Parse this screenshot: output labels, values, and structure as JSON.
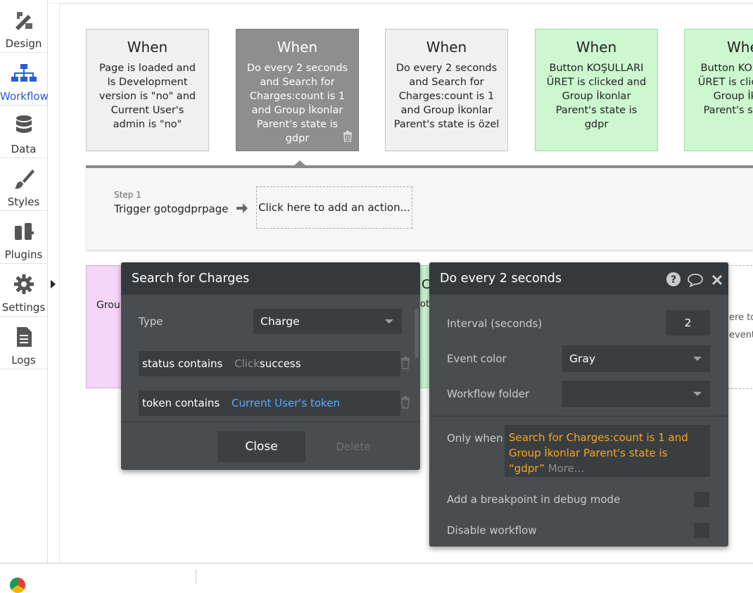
{
  "sidebar": {
    "items": [
      {
        "label": "Design",
        "icon": "design-tools-icon"
      },
      {
        "label": "Workflow",
        "icon": "workflow-tree-icon",
        "active": true
      },
      {
        "label": "Data",
        "icon": "database-icon"
      },
      {
        "label": "Styles",
        "icon": "paintbrush-icon"
      },
      {
        "label": "Plugins",
        "icon": "plug-icon"
      },
      {
        "label": "Settings",
        "icon": "gear-icon"
      },
      {
        "label": "Logs",
        "icon": "document-icon"
      }
    ]
  },
  "events": [
    {
      "title": "When",
      "desc": "Page is loaded and Is Development version is \"no\" and Current User's admin is \"no\"",
      "color": "#f0f0f0",
      "selected": false
    },
    {
      "title": "When",
      "desc": "Do every 2 seconds and Search for Charges:count is 1 and Group İkonlar Parent's state is gdpr",
      "color": "#8e8e8e",
      "selected": true
    },
    {
      "title": "When",
      "desc": "Do every 2 seconds and Search for Charges:count is 1 and Group İkonlar Parent's state is özel",
      "color": "#f0f0f0",
      "selected": false
    },
    {
      "title": "When",
      "desc": "Button KOŞULLARI ÜRET is clicked and Group İkonlar Parent's state is gdpr",
      "color": "#ccf7cf",
      "selected": false
    },
    {
      "title": "When",
      "desc": "Button KOŞULLARI ÜRET is clicked and Group İkonlar Parent's state is t",
      "color": "#ccf7cf",
      "selected": false
    }
  ],
  "steps": {
    "step_label": "Step 1",
    "step_name": "Trigger gotogdprpage",
    "add_action": "Click here to add an action..."
  },
  "bg_cards": {
    "pink_text": "Grou",
    "green_text": "C",
    "green_text2": "ote",
    "dash_text1": "ere to",
    "dash_text2": "event"
  },
  "search_panel": {
    "title": "Search for Charges",
    "type_label": "Type",
    "type_value": "Charge",
    "constraints": [
      {
        "field": "status contains",
        "placeholder": "Click",
        "value": "success"
      },
      {
        "field": "token contains",
        "placeholder": "",
        "value": "Current User's token"
      }
    ],
    "close_label": "Close",
    "delete_label": "Delete"
  },
  "event_panel": {
    "title": "Do every 2 seconds",
    "interval_label": "Interval (seconds)",
    "interval_value": "2",
    "color_label": "Event color",
    "color_value": "Gray",
    "folder_label": "Workflow folder",
    "folder_value": "",
    "only_when_label": "Only when",
    "only_when_expr": "Search for Charges:count is 1 and Group İkonlar Parent's state is “gdpr”",
    "more_label": "More...",
    "breakpoint_label": "Add a breakpoint in debug mode",
    "disable_label": "Disable workflow"
  },
  "colors": {
    "accent": "#2a5bd7",
    "expression_orange": "#f5a623",
    "dynamic_blue": "#5aa9ff"
  }
}
